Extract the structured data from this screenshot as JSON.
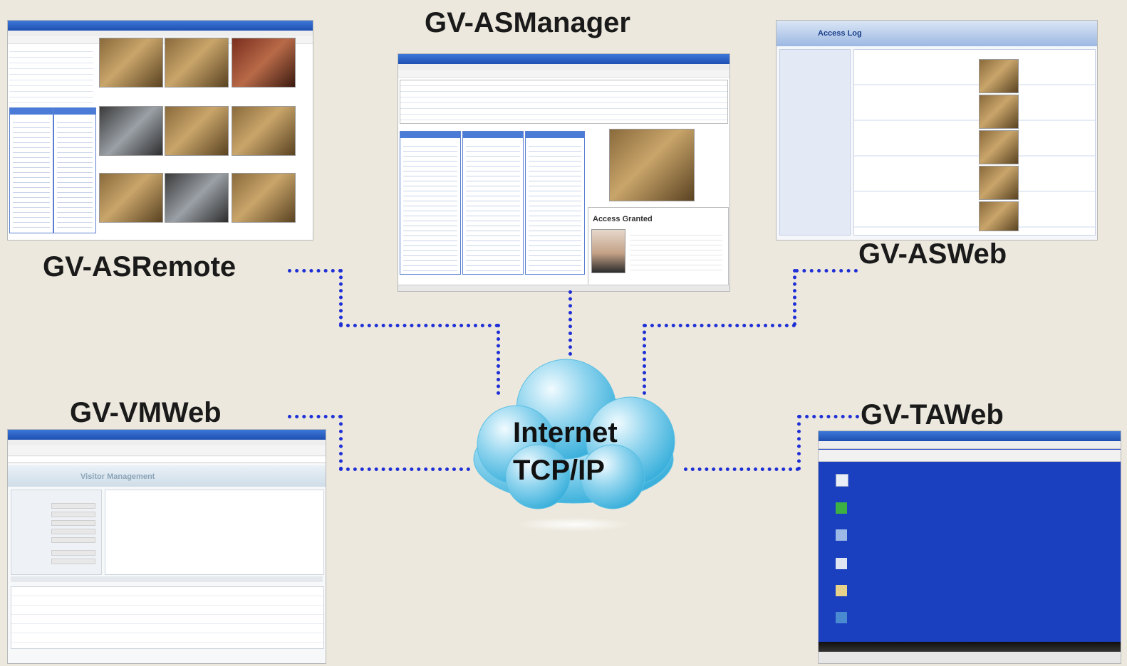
{
  "diagram": {
    "nodes": {
      "asmanager": {
        "label": "GV-ASManager"
      },
      "asremote": {
        "label": "GV-ASRemote"
      },
      "asweb": {
        "label": "GV-ASWeb"
      },
      "vmweb": {
        "label": "GV-VMWeb"
      },
      "taweb": {
        "label": "GV-TAWeb"
      },
      "cloud": {
        "line1": "Internet",
        "line2": "TCP/IP"
      }
    },
    "screens": {
      "asmanager_status": "Access Granted",
      "asweb_title": "Access Log",
      "vmweb_title": "Visitor Management"
    },
    "colors": {
      "connector": "#1f2fd6",
      "cloud_light": "#d8f3fb",
      "cloud_dark": "#2aa9d8",
      "background": "#ece8dd"
    }
  }
}
